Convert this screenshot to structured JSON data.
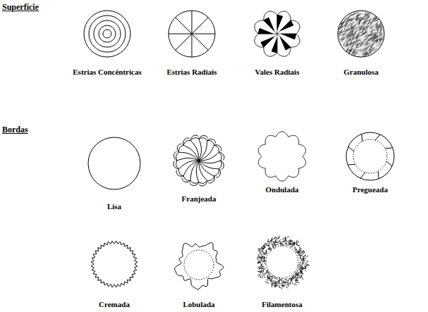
{
  "diagram": {
    "labels": [
      "Superfície",
      "Estrias Concêntricas",
      "Estrias Radiais",
      "Vales Radiais",
      "Granulosa",
      "Bordas",
      "Lisa",
      "Franjeada",
      "Ondulada",
      "Pregueada",
      "Cremada",
      "Lobulada",
      "Filamentosa"
    ]
  }
}
